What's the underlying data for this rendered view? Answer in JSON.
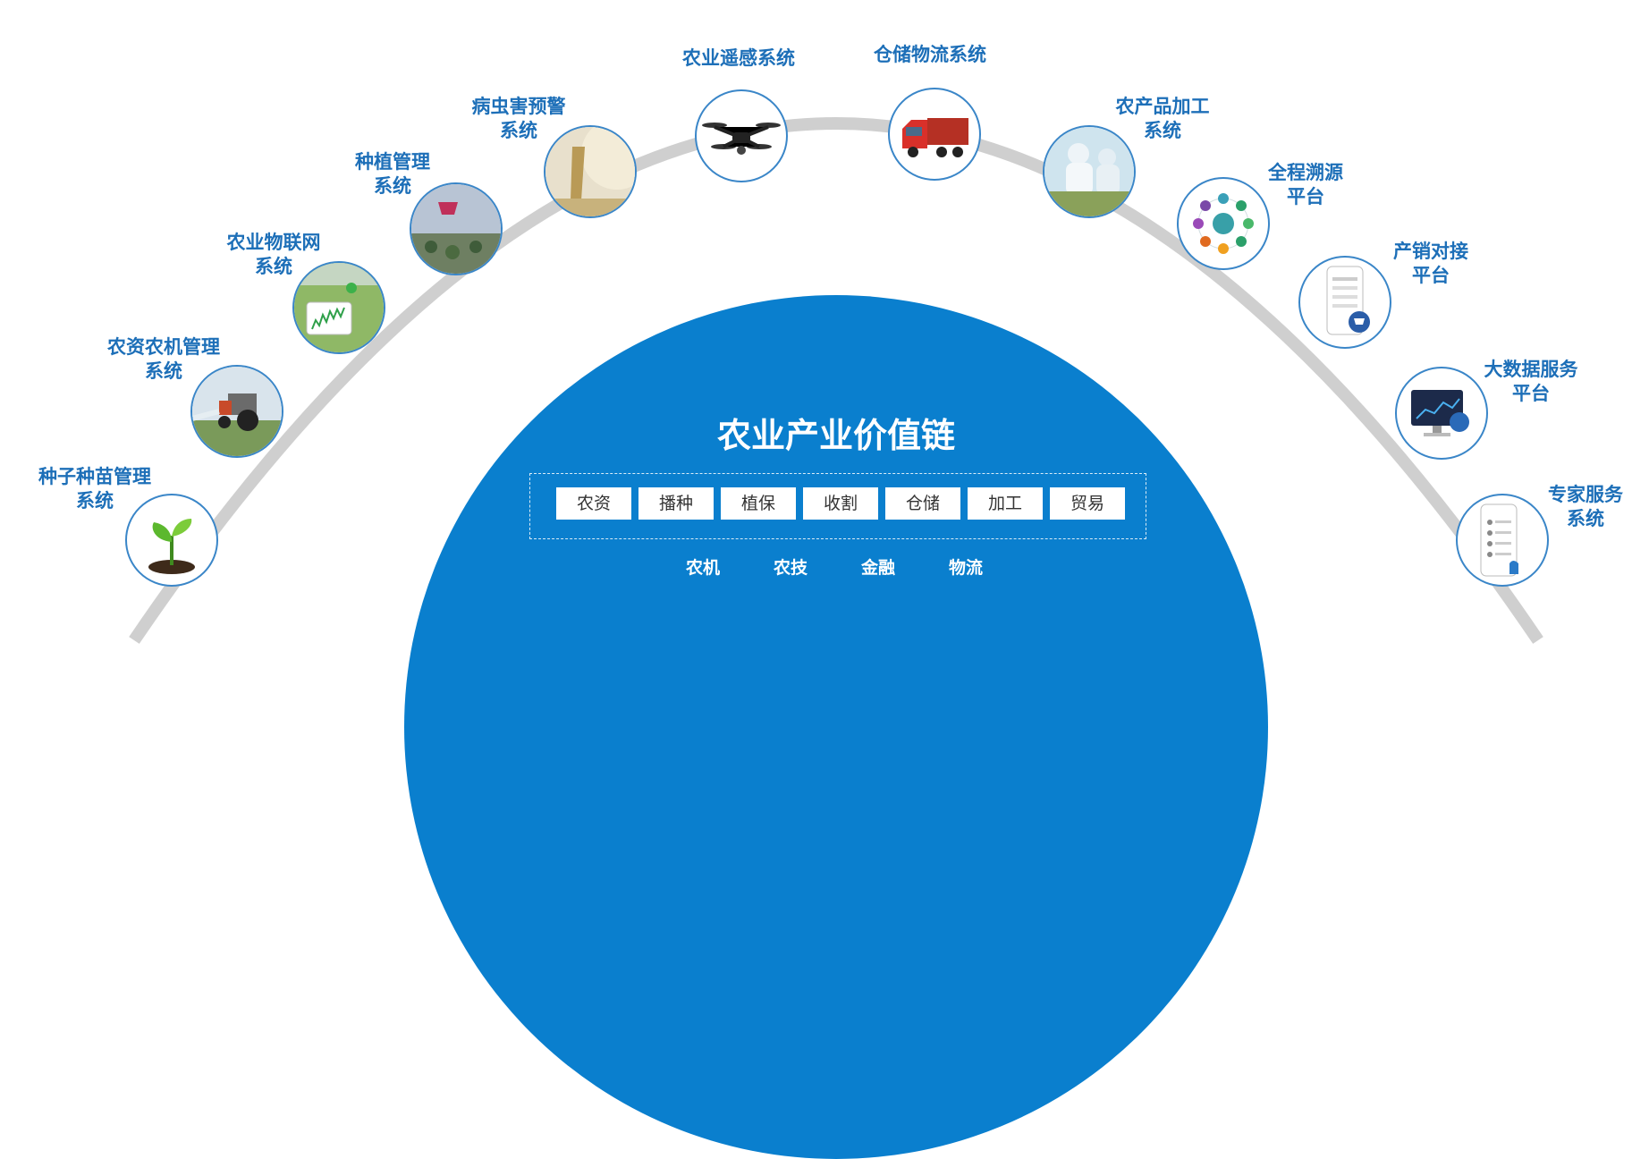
{
  "chain": {
    "title": "农业产业价值链",
    "stages": [
      "农资",
      "播种",
      "植保",
      "收割",
      "仓储",
      "加工",
      "贸易"
    ],
    "supports": [
      "农机",
      "农技",
      "金融",
      "物流"
    ]
  },
  "systems": [
    {
      "line1": "种子种苗管理",
      "line2": "系统",
      "icon": "seedling-icon"
    },
    {
      "line1": "农资农机管理",
      "line2": "系统",
      "icon": "tractor-icon"
    },
    {
      "line1": "农业物联网",
      "line2": "系统",
      "icon": "iot-tablet-icon"
    },
    {
      "line1": "种植管理",
      "line2": "系统",
      "icon": "greenhouse-icon"
    },
    {
      "line1": "病虫害预警",
      "line2": "系统",
      "icon": "pest-warning-icon"
    },
    {
      "line1": "农业遥感系统",
      "line2": "",
      "icon": "drone-icon"
    },
    {
      "line1": "仓储物流系统",
      "line2": "",
      "icon": "truck-icon"
    },
    {
      "line1": "农产品加工",
      "line2": "系统",
      "icon": "lab-processing-icon"
    },
    {
      "line1": "全程溯源",
      "line2": "平台",
      "icon": "trace-network-icon"
    },
    {
      "line1": "产销对接",
      "line2": "平台",
      "icon": "phone-cart-icon"
    },
    {
      "line1": "大数据服务",
      "line2": "平台",
      "icon": "monitor-chart-icon"
    },
    {
      "line1": "专家服务",
      "line2": "系统",
      "icon": "expert-phone-icon"
    }
  ],
  "colors": {
    "accent": "#0a7fce",
    "label": "#1d6fb8",
    "arc": "#cfcfcf"
  }
}
